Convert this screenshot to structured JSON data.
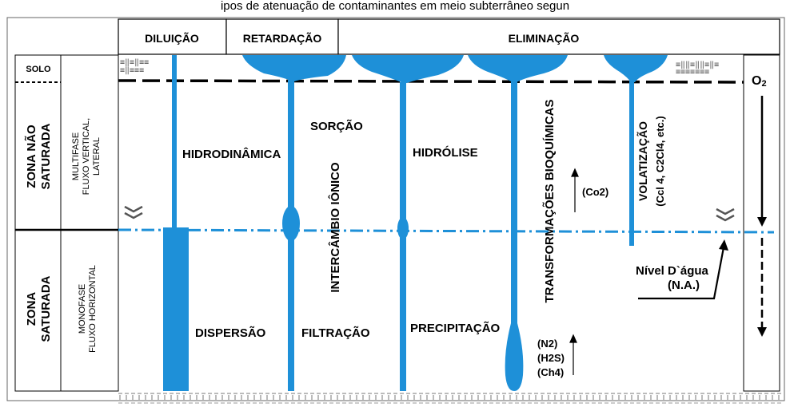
{
  "caption_partial": "ipos de atenuação de contaminantes em meio subterrâneo segun",
  "header": {
    "diluicao": "DILUIÇÃO",
    "retardacao": "RETARDAÇÃO",
    "eliminacao": "ELIMINAÇÃO"
  },
  "zones": {
    "solo": "SOLO",
    "nao_saturada_1": "ZONA NÃO",
    "nao_saturada_2": "SATURADA",
    "saturada_1": "ZONA",
    "saturada_2": "SATURADA"
  },
  "flow": {
    "multi_1": "MULTIFASE",
    "multi_2": "FLUXO VERTICAL,",
    "multi_3": "LATERAL",
    "mono_1": "MONOFASE",
    "mono_2": "FLUXO HORIZONTAL"
  },
  "processes": {
    "hidrodinamica": "HIDRODINÂMICA",
    "sorcao": "SORÇÃO",
    "intercambio": "INTERCÂMBIO IÔNICO",
    "hidrolise": "HIDRÓLISE",
    "transformacoes": "TRANSFORMAÇÕES  BIOQUÍMICAS",
    "volatizacao": "VOLATIZAÇÃO",
    "volatizacao_sub": "(Ccl 4, C2Cl4, etc.)",
    "co2": "(Co2)",
    "dispersao": "DISPERSÃO",
    "filtracao": "FILTRAÇÃO",
    "precipitacao": "PRECIPITAÇÃO",
    "n2": "(N2)",
    "h2s": "(H2S)",
    "ch4": "(Ch4)",
    "o2": "O",
    "o2_sub": "2",
    "nivel_1": "Nível D`água",
    "nivel_2": "(N.A.)"
  },
  "colors": {
    "plume": "#1E90D8",
    "water_table": "#1E90D8",
    "ink": "#000000"
  }
}
